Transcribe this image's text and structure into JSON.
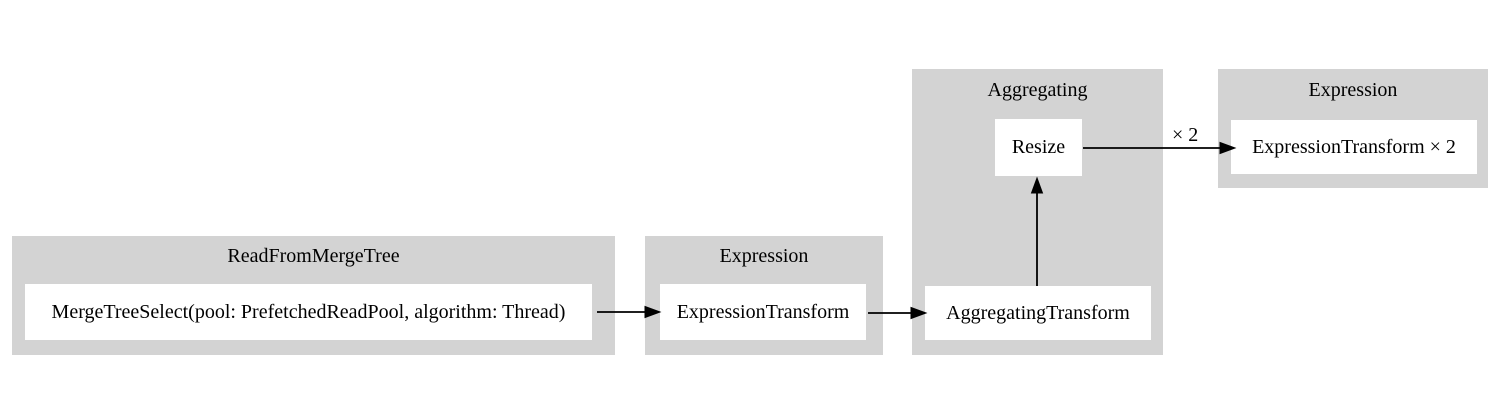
{
  "diagram": {
    "type": "pipeline-graph",
    "colors": {
      "background": "#ffffff",
      "cluster_fill": "#d3d3d3",
      "node_fill": "#ffffff",
      "edge": "#000000",
      "text": "#000000"
    },
    "clusters": [
      {
        "title": "ReadFromMergeTree",
        "nodes": [
          {
            "label": "MergeTreeSelect(pool: PrefetchedReadPool, algorithm: Thread)"
          }
        ]
      },
      {
        "title": "Expression",
        "nodes": [
          {
            "label": "ExpressionTransform"
          }
        ]
      },
      {
        "title": "Aggregating",
        "nodes": [
          {
            "label": "AggregatingTransform"
          },
          {
            "label": "Resize"
          }
        ]
      },
      {
        "title": "Expression",
        "nodes": [
          {
            "label": "ExpressionTransform × 2"
          }
        ]
      }
    ],
    "edges": [
      {
        "from": "MergeTreeSelect(pool: PrefetchedReadPool, algorithm: Thread)",
        "to": "ExpressionTransform",
        "label": ""
      },
      {
        "from": "ExpressionTransform",
        "to": "AggregatingTransform",
        "label": ""
      },
      {
        "from": "AggregatingTransform",
        "to": "Resize",
        "label": ""
      },
      {
        "from": "Resize",
        "to": "ExpressionTransform × 2",
        "label": "× 2"
      }
    ]
  }
}
